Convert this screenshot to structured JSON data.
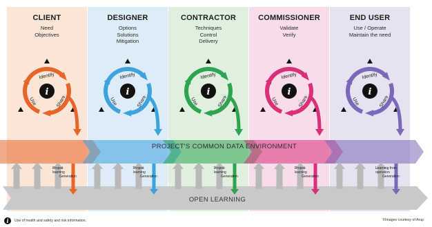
{
  "columns": [
    {
      "id": "client",
      "title": "CLIENT",
      "lines": [
        "Need",
        "Objectives"
      ],
      "color": "#e8652a",
      "bg": "#fbe5d6"
    },
    {
      "id": "designer",
      "title": "DESIGNER",
      "lines": [
        "Options",
        "Solutions",
        "Mitigation"
      ],
      "color": "#3da3dc",
      "bg": "#dcedf8"
    },
    {
      "id": "contractor",
      "title": "CONTRACTOR",
      "lines": [
        "Techniques",
        "Control",
        "Delivery"
      ],
      "color": "#2ea350",
      "bg": "#dff0df"
    },
    {
      "id": "commissioner",
      "title": "COMMISSIONER",
      "lines": [
        "Validate",
        "Verify"
      ],
      "color": "#d9307a",
      "bg": "#f8dcea"
    },
    {
      "id": "end-user",
      "title": "END USER",
      "lines": [
        "Use / Operate",
        "Maintain the need"
      ],
      "color": "#7b68b8",
      "bg": "#e6e2f2"
    }
  ],
  "cycle_labels": {
    "identify": "Identify",
    "use": "Use",
    "share": "Share",
    "info": "i"
  },
  "cde": {
    "label": "PROJECT'S COMMON DATA ENVIRONMENT"
  },
  "open_learning": {
    "label": "OPEN LEARNING"
  },
  "notes": [
    {
      "line1": "Project",
      "line2": "learning",
      "line3": "Generation"
    },
    {
      "line1": "Project",
      "line2": "learning",
      "line3": "Generation"
    },
    {
      "line1": "Project",
      "line2": "learning",
      "line3": "Generation"
    },
    {
      "line1": "Project",
      "line2": "learning",
      "line3": "Generation"
    },
    {
      "line1": "Learning from",
      "line2": "operation",
      "line3": "Generation"
    }
  ],
  "footer": {
    "left_icon": "i",
    "left_text": "Use of health and safety and risk information.",
    "right_text": "©Images courtesy of Arup"
  }
}
